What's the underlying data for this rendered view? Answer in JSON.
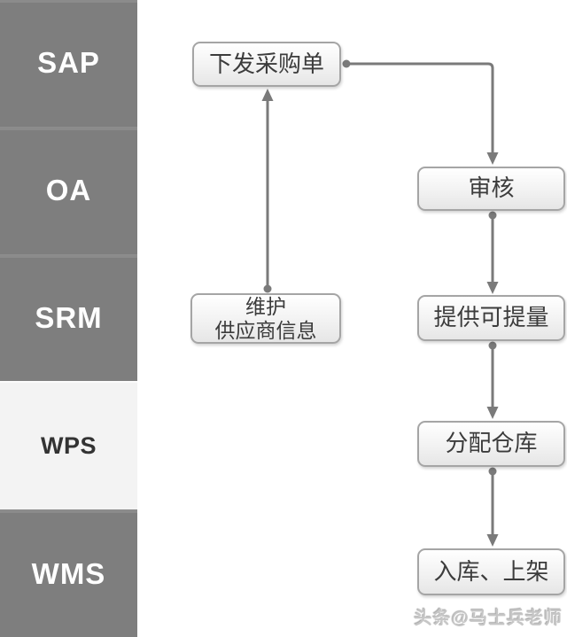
{
  "sidebar": {
    "lanes": [
      {
        "label": "SAP",
        "variant": "dark"
      },
      {
        "label": "OA",
        "variant": "dark"
      },
      {
        "label": "SRM",
        "variant": "dark"
      },
      {
        "label": "WPS",
        "variant": "light"
      },
      {
        "label": "WMS",
        "variant": "dark"
      }
    ]
  },
  "flowchart": {
    "nodes": [
      {
        "id": "issue-po",
        "label": "下发采购单",
        "lane": "SAP"
      },
      {
        "id": "review",
        "label": "审核",
        "lane": "OA"
      },
      {
        "id": "maintain-supplier",
        "line1": "维护",
        "line2": "供应商信息",
        "lane": "SRM"
      },
      {
        "id": "available-qty",
        "label": "提供可提量",
        "lane": "SRM"
      },
      {
        "id": "assign-warehouse",
        "label": "分配仓库",
        "lane": "WPS"
      },
      {
        "id": "inbound-shelve",
        "label": "入库、上架",
        "lane": "WMS"
      }
    ],
    "edges": [
      {
        "from": "issue-po",
        "to": "review",
        "shape": "elbow-right-down"
      },
      {
        "from": "review",
        "to": "available-qty",
        "shape": "straight-down"
      },
      {
        "from": "available-qty",
        "to": "assign-warehouse",
        "shape": "straight-down"
      },
      {
        "from": "assign-warehouse",
        "to": "inbound-shelve",
        "shape": "straight-down"
      },
      {
        "from": "maintain-supplier",
        "to": "issue-po",
        "shape": "straight-up"
      }
    ]
  },
  "watermark": {
    "text": "头条@马士兵老师"
  },
  "colors": {
    "lane_gray": "#7e7e7e",
    "lane_light": "#f3f3f3",
    "lane_text_light": "#fefefe",
    "lane_text_dark": "#333333",
    "connector": "#7a7a7a",
    "node_border": "#a5a5a5",
    "node_fill_top": "#ffffff",
    "node_fill_bottom": "#e6e6e6",
    "node_text": "#3c3c3c",
    "watermark_text": "#c6c6c6"
  }
}
